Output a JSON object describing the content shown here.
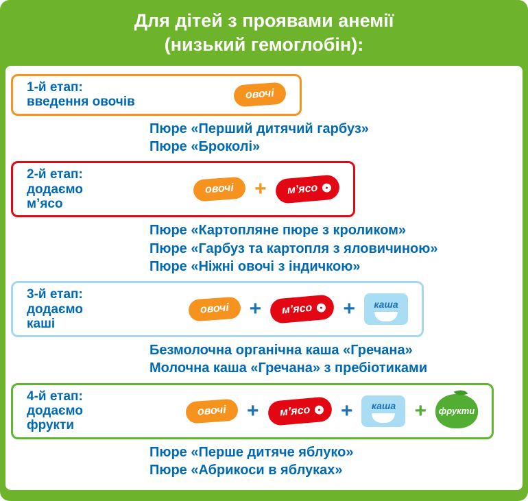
{
  "header": {
    "title_line1": "Для дітей з проявами анемії",
    "title_line2": "(низький гемоглобін):"
  },
  "plus": "+",
  "icon_labels": {
    "vegetables": "овочі",
    "meat": "м’ясо",
    "porridge": "каша",
    "fruits": "фрукти"
  },
  "colors": {
    "background_green": "#6eb32c",
    "stage1_border_orange": "#f6921e",
    "stage2_border_red": "#e30613",
    "stage3_border_light_blue": "#a4d7f0",
    "stage4_border_green": "#5cb72e",
    "text_blue": "#0069b4",
    "carrot_orange": "#f6921e",
    "meat_red": "#e30613",
    "porridge_light_blue": "#a9ddf4",
    "apple_green": "#52ae32",
    "header_text_white": "#ffffff"
  },
  "stages": [
    {
      "label_lines": [
        "1-й етап:",
        "введення овочів"
      ],
      "products": [
        "Пюре «Перший дитячий гарбуз»",
        "Пюре «Броколі»"
      ]
    },
    {
      "label_lines": [
        "2-й етап:",
        "додаємо",
        "м’ясо"
      ],
      "products": [
        "Пюре «Картопляне пюре з кроликом»",
        "Пюре «Гарбуз та картопля з яловичиною»",
        "Пюре «Ніжні овочі з індичкою»"
      ]
    },
    {
      "label_lines": [
        "3-й етап:",
        "додаємо",
        "каші"
      ],
      "products": [
        "Безмолочна органічна каша «Гречана»",
        "Молочна каша «Гречана» з пребіотиками"
      ]
    },
    {
      "label_lines": [
        "4-й етап:",
        "додаємо",
        "фрукти"
      ],
      "products": [
        "Пюре «Перше дитяче яблуко»",
        "Пюре «Абрикоси в яблуках»"
      ]
    }
  ]
}
